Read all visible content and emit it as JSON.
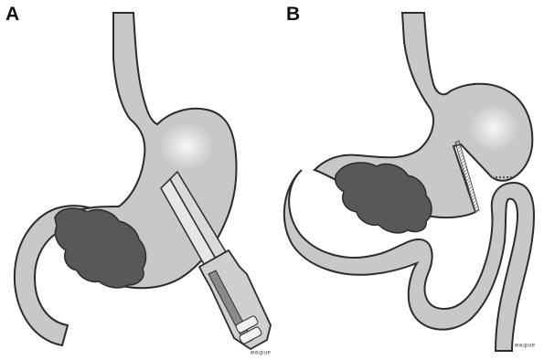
{
  "panels": [
    {
      "id": "A",
      "label": "A"
    },
    {
      "id": "B",
      "label": "B"
    }
  ],
  "colors": {
    "organ_fill": "#c8c8c8",
    "organ_stroke": "#2b2b2b",
    "highlight": "#f4f4f4",
    "pancreas_fill": "#585858",
    "instrument_fill": "#cfcfcf",
    "staple_line": "#666666"
  }
}
